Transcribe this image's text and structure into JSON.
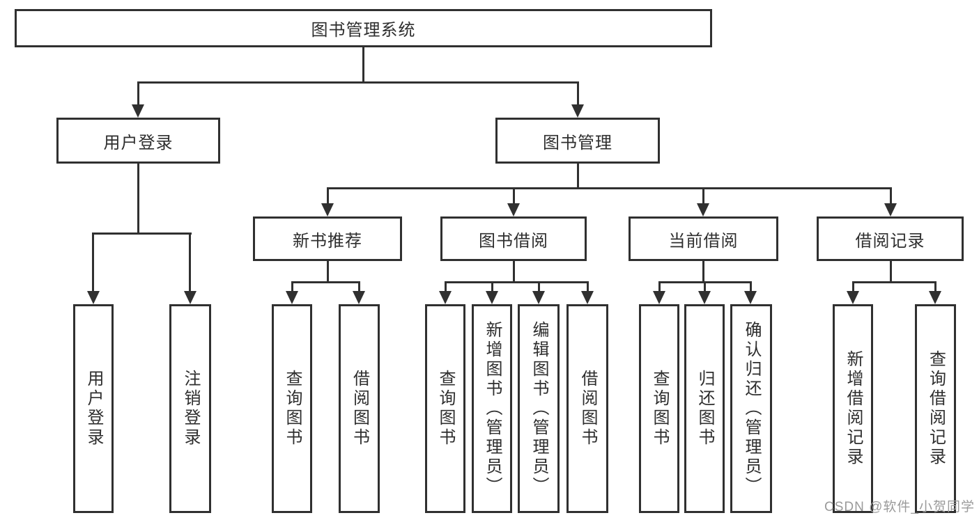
{
  "tree": {
    "root": "图书管理系统",
    "user_login_branch": {
      "label": "用户登录",
      "children": [
        "用户登录",
        "注销登录"
      ]
    },
    "book_mgmt_branch": {
      "label": "图书管理",
      "groups": [
        {
          "label": "新书推荐",
          "children": [
            "查询图书",
            "借阅图书"
          ]
        },
        {
          "label": "图书借阅",
          "children": [
            "查询图书",
            "新增图书（管理员）",
            "编辑图书（管理员）",
            "借阅图书"
          ]
        },
        {
          "label": "当前借阅",
          "children": [
            "查询图书",
            "归还图书",
            "确认归还（管理员）"
          ]
        },
        {
          "label": "借阅记录",
          "children": [
            "新增借阅记录",
            "查询借阅记录"
          ]
        }
      ]
    }
  },
  "watermark": "CSDN @软件_小贺同学",
  "colors": {
    "line": "#303030",
    "text": "#2e2e2e",
    "watermark": "#9a9a9a",
    "background": "#ffffff"
  }
}
